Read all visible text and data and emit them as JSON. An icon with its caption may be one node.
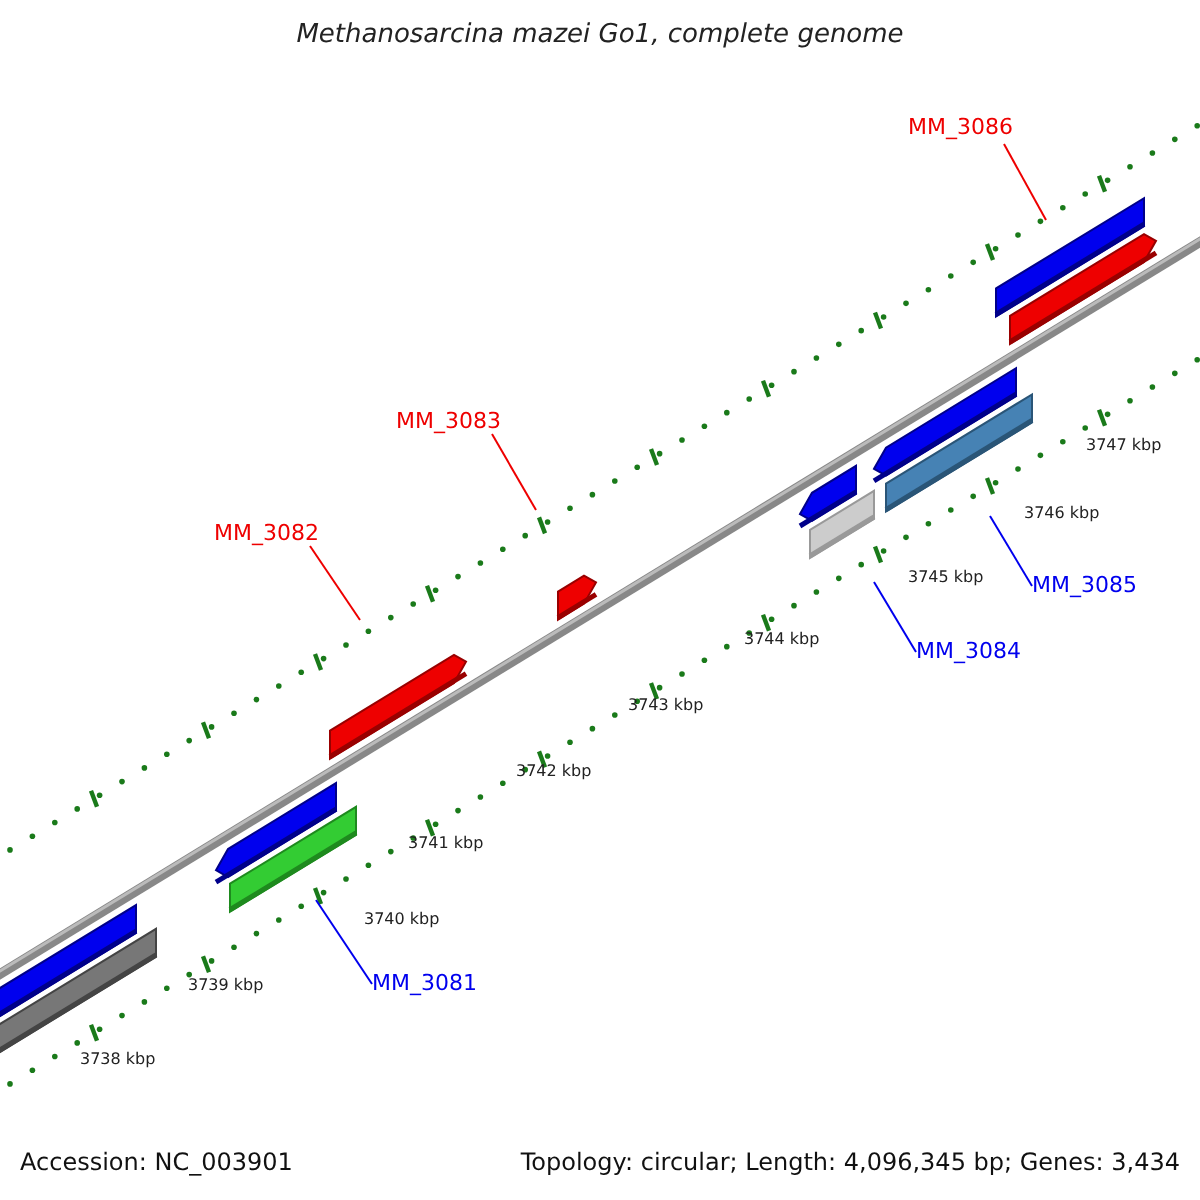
{
  "diagram": {
    "title": "Methanosarcina mazei Go1, complete genome",
    "nodes": [
      {
        "text": [
          "MM_3086"
        ]
      },
      {
        "text": [
          "MM_3083"
        ]
      },
      {
        "text": [
          "MM_3082"
        ]
      },
      {
        "text": [
          "MM_3085"
        ]
      },
      {
        "text": [
          "MM_3084"
        ]
      },
      {
        "text": [
          "MM_3081"
        ]
      }
    ],
    "edges": [
      {
        "from": 0,
        "to": null,
        "arrow": "none",
        "color": "#ee0000"
      },
      {
        "from": 1,
        "to": null,
        "arrow": "none",
        "color": "#ee0000"
      },
      {
        "from": 2,
        "to": null,
        "arrow": "none",
        "color": "#ee0000"
      },
      {
        "from": 3,
        "to": null,
        "arrow": "none",
        "color": "#0000ee"
      },
      {
        "from": 4,
        "to": null,
        "arrow": "none",
        "color": "#0000ee"
      },
      {
        "from": 5,
        "to": null,
        "arrow": "none",
        "color": "#0000ee"
      }
    ],
    "labels": [
      "3747 kbp",
      "3746 kbp",
      "3745 kbp",
      "3744 kbp",
      "3743 kbp",
      "3742 kbp",
      "3741 kbp",
      "3740 kbp",
      "3739 kbp",
      "3738 kbp",
      "Accession: NC_003901",
      "Topology: circular; Length: 4,096,345 bp; Genes: 3,434"
    ]
  }
}
